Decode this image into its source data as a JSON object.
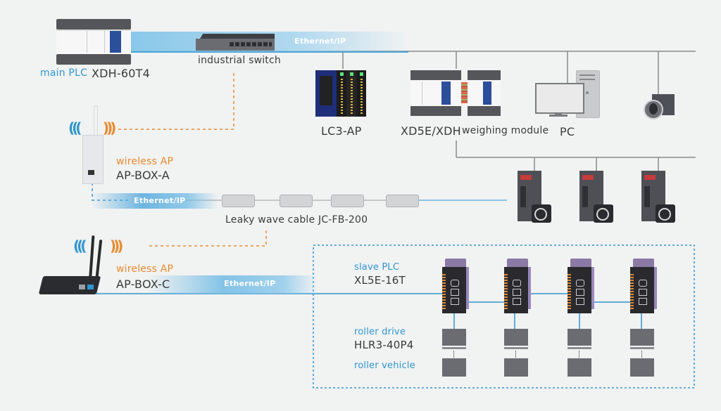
{
  "diagram": {
    "background_color": "#f1f2f2",
    "colors": {
      "ethernet_blue": "#2f96cf",
      "wireless_orange": "#e88b2e",
      "bus_gray": "#8a8a8a",
      "device_dark": "#5a5c61",
      "plc_blue": "#2b4f9a"
    },
    "network_labels": {
      "top": "Ethernet/IP",
      "middle": "Ethernet/IP",
      "bottom": "Ethernet/IP"
    },
    "main_plc": {
      "role": "main PLC",
      "model": "XDH-60T4"
    },
    "switch": {
      "label": "industrial switch"
    },
    "top_devices": [
      {
        "name": "LC3-AP"
      },
      {
        "name": "XD5E/XDH"
      },
      {
        "name": "weighing module"
      },
      {
        "name": "PC"
      },
      {
        "name": "industrial camera",
        "label": ""
      }
    ],
    "servo_drives": {
      "count": 3
    },
    "wireless_ap_a": {
      "role": "wireless AP",
      "model": "AP-BOX-A"
    },
    "leaky_cable": {
      "label": "Leaky wave cable JC-FB-200"
    },
    "wireless_ap_c": {
      "role": "wireless AP",
      "model": "AP-BOX-C"
    },
    "vehicle_group": {
      "slave_plc": {
        "role": "slave PLC",
        "model": "XL5E-16T"
      },
      "roller_drive": {
        "role": "roller drive",
        "model": "HLR3-40P4"
      },
      "roller_vehicle": {
        "role": "roller vehicle"
      },
      "count": 4
    }
  }
}
